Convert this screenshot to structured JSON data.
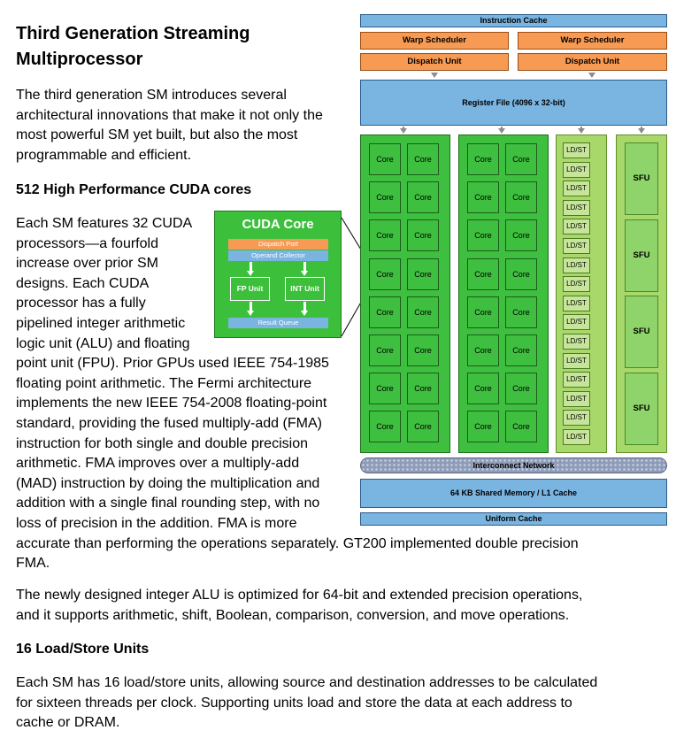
{
  "title": "Third Generation Streaming Multiprocessor",
  "intro_lines": [
    "The third generation SM introduces several",
    "architectural innovations that make it not only the",
    "most powerful SM yet built, but also the most",
    "programmable and efficient."
  ],
  "section1_heading": "512 High Performance CUDA cores",
  "section1_lines": [
    "Each SM features 32 CUDA",
    "processors—a fourfold",
    "increase over prior SM",
    "designs.  Each CUDA",
    "processor has a fully",
    "pipelined integer arithmetic",
    "logic unit (ALU) and floating",
    "point unit (FPU). Prior GPUs used IEEE 754-1985",
    "floating point arithmetic.  The Fermi architecture",
    "implements the new IEEE 754-2008 floating-point",
    "standard, providing the fused multiply-add (FMA)",
    "instruction for both single and double precision",
    "arithmetic.  FMA improves over a multiply-add",
    "(MAD) instruction by doing the multiplication and",
    "addition with a single final rounding step, with no",
    "loss of precision in the addition.  FMA is more",
    "accurate than performing the operations separately. GT200 implemented double precision",
    "FMA."
  ],
  "alu_lines": [
    "The newly designed integer ALU is optimized for 64-bit and extended precision operations,",
    "and it supports arithmetic, shift, Boolean, comparison, conversion, and move operations."
  ],
  "section2_heading": "16 Load/Store Units",
  "ldst_lines": [
    "Each SM has 16 load/store units, allowing source and destination addresses to be calculated",
    "for sixteen threads per clock. Supporting units load and store the data at each address to",
    "cache or DRAM."
  ],
  "cuda_core": {
    "title": "CUDA Core",
    "dispatch_port": "Dispatch Port",
    "operand_collector": "Operand Collector",
    "fp_unit": "FP Unit",
    "int_unit": "INT Unit",
    "result_queue": "Result Queue"
  },
  "sm": {
    "instruction_cache": "Instruction Cache",
    "warp_scheduler_1": "Warp Scheduler",
    "warp_scheduler_2": "Warp Scheduler",
    "dispatch_unit_1": "Dispatch Unit",
    "dispatch_unit_2": "Dispatch Unit",
    "register_file": "Register File (4096 x 32-bit)",
    "core_label": "Core",
    "ldst_label": "LD/ST",
    "sfu_label": "SFU",
    "interconnect": "Interconnect Network",
    "shared_memory": "64 KB Shared Memory / L1 Cache",
    "uniform_cache": "Uniform Cache"
  },
  "colors": {
    "core_green": "#3fbf3f",
    "ldst_green": "#a8d86a",
    "blue": "#7ab4e1",
    "orange": "#f79a53"
  }
}
